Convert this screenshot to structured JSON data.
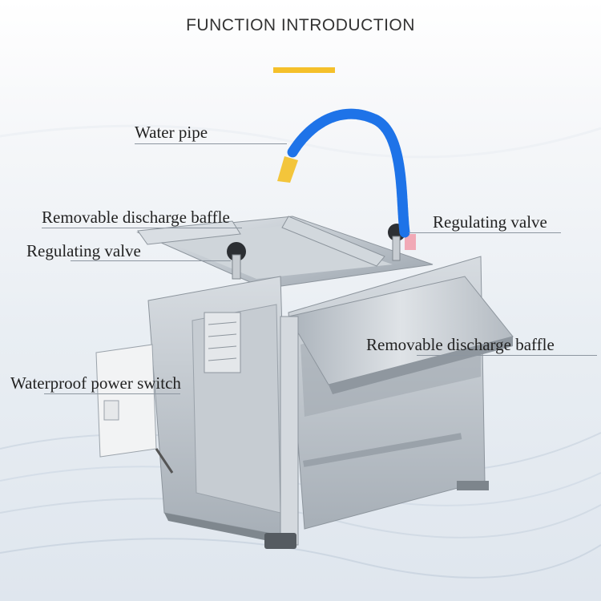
{
  "header": {
    "title": "FUNCTION INTRODUCTION",
    "accent_color": "#f5c02a"
  },
  "labels": {
    "water_pipe": "Water pipe",
    "baffle_top": "Removable discharge baffle",
    "valve_left": "Regulating valve",
    "valve_right": "Regulating valve",
    "baffle_right": "Removable discharge baffle",
    "power_switch": "Waterproof power switch"
  },
  "colors": {
    "pipe": "#1e73e8",
    "nozzle": "#f3c53b",
    "steel": "#c9ced4"
  }
}
